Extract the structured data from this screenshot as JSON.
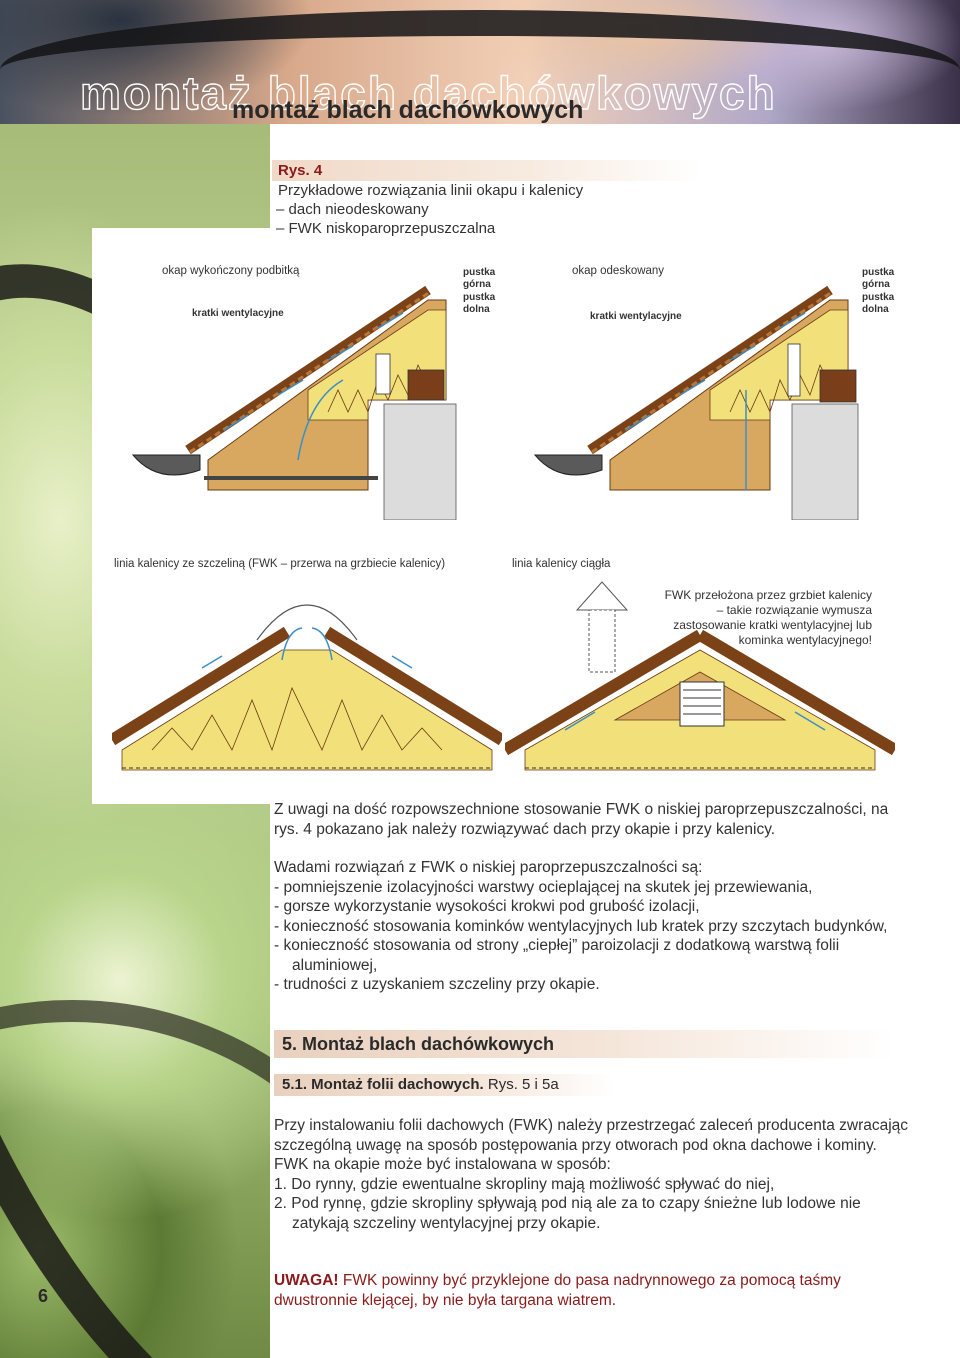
{
  "header": {
    "title": "montaż blach dachówkowych"
  },
  "figure": {
    "label": "Rys. 4",
    "caption": [
      "Przykładowe rozwiązania linii okapu i kalenicy",
      "– dach nieodeskowany",
      "– FWK niskoparoprzepuszczalna"
    ],
    "labels": {
      "eave_left": "okap wykończony podbitką",
      "eave_right": "okap odeskowany",
      "vent_grate": "kratki wentylacyjne",
      "upper_gap": "pustka\ngórna",
      "lower_gap": "pustka\ndolna",
      "ridge_gap": "linia kalenicy ze szczeliną (FWK – przerwa na grzbiecie kalenicy)",
      "ridge_continuous": "linia kalenicy ciągła"
    },
    "note": "FWK przełożona przez grzbiet kalenicy – takie rozwiązanie wymusza zastosowanie kratki wentylacyjnej lub kominka wentylacyjnego!"
  },
  "body": {
    "intro": "Z uwagi na dość rozpowszechnione stosowanie FWK o niskiej paroprzepuszczalności, na rys. 4 pokazano jak należy rozwiązywać dach przy okapie i przy kalenicy.",
    "drawbacks_intro": "Wadami rozwiązań z FWK o niskiej paroprzepuszczalności są:",
    "drawbacks": [
      "- pomniejszenie izolacyjności warstwy ocieplającej na skutek jej przewiewania,",
      "- gorsze wykorzystanie wysokości krokwi pod grubość izolacji,",
      "- konieczność stosowania kominków wentylacyjnych lub kratek przy szczytach budynków,",
      "- konieczność stosowania od strony „ciepłej” paroizolacji z dodatkową warstwą folii aluminiowej,",
      "- trudności z uzyskaniem szczeliny przy okapie."
    ],
    "section_title": "5. Montaż blach dachówkowych",
    "subsection_title": "5.1. Montaż folii dachowych.",
    "subsection_ref": "Rys. 5 i 5a",
    "install_text": "Przy instalowaniu folii dachowych (FWK) należy przestrzegać zaleceń producenta zwracając szczególną uwagę na sposób postępowania przy otworach pod okna dachowe i kominy.",
    "install_intro": "FWK na okapie może być instalowana w sposób:",
    "install_options": [
      "1. Do rynny, gdzie ewentualne skropliny mają możliwość spływać do niej,",
      "2. Pod rynnę, gdzie skropliny spływają pod nią ale za to czapy śnieżne lub lodowe nie zatykają szczeliny wentylacyjnej przy okapie."
    ],
    "warning_label": "UWAGA!",
    "warning_text": "FWK powinny być przyklejone do pasa nadrynnowego za pomocą taśmy dwustronnie klejącej, by nie była targana wiatrem."
  },
  "page_number": "6",
  "colors": {
    "accent": "#8b1a1a",
    "insulation": "#f2e07a",
    "rafter": "#9a5a2a",
    "air": "#3a8fc8"
  }
}
